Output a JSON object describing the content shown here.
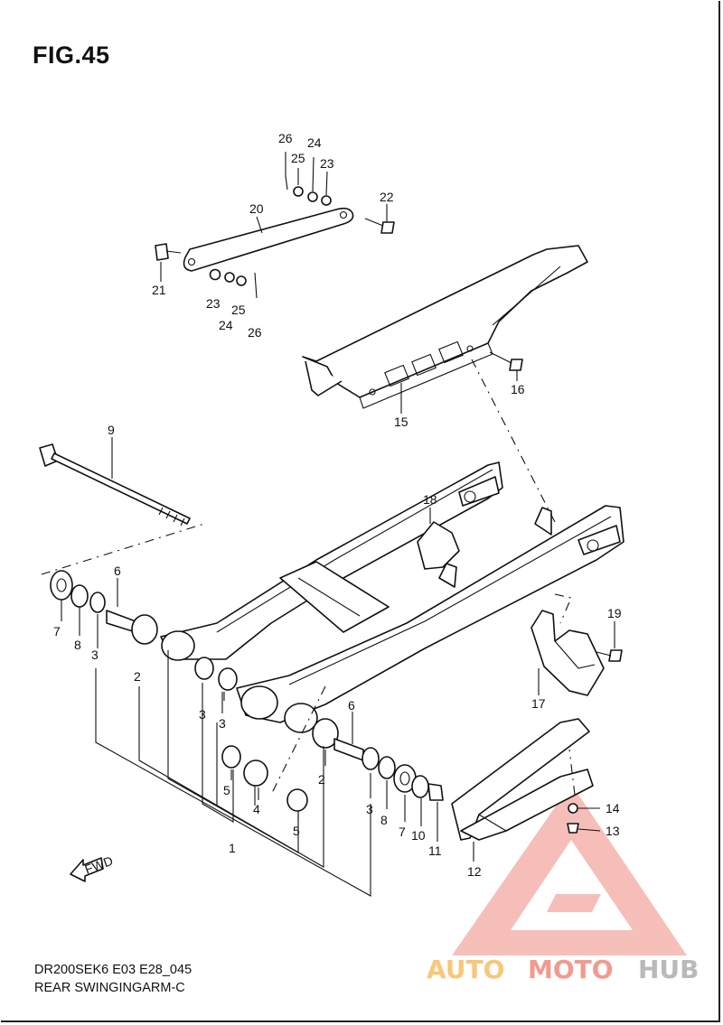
{
  "figure": {
    "title": "FIG.45",
    "code": "DR200SEK6 E03 E28_045",
    "caption": "REAR SWINGINGARM-C",
    "fwd_label": "FWD"
  },
  "callouts": [
    {
      "id": "c26a",
      "text": "26"
    },
    {
      "id": "c25a",
      "text": "25"
    },
    {
      "id": "c24a",
      "text": "24"
    },
    {
      "id": "c23a",
      "text": "23"
    },
    {
      "id": "c22",
      "text": "22"
    },
    {
      "id": "c20",
      "text": "20"
    },
    {
      "id": "c21",
      "text": "21"
    },
    {
      "id": "c23b",
      "text": "23"
    },
    {
      "id": "c24b",
      "text": "24"
    },
    {
      "id": "c25b",
      "text": "25"
    },
    {
      "id": "c26b",
      "text": "26"
    },
    {
      "id": "c16",
      "text": "16"
    },
    {
      "id": "c15",
      "text": "15"
    },
    {
      "id": "c9",
      "text": "9"
    },
    {
      "id": "c18",
      "text": "18"
    },
    {
      "id": "c6a",
      "text": "6"
    },
    {
      "id": "c7a",
      "text": "7"
    },
    {
      "id": "c8a",
      "text": "8"
    },
    {
      "id": "c3a",
      "text": "3"
    },
    {
      "id": "c2a",
      "text": "2"
    },
    {
      "id": "c19",
      "text": "19"
    },
    {
      "id": "c3b",
      "text": "3"
    },
    {
      "id": "c3c",
      "text": "3"
    },
    {
      "id": "c6b",
      "text": "6"
    },
    {
      "id": "c17",
      "text": "17"
    },
    {
      "id": "c5a",
      "text": "5"
    },
    {
      "id": "c2b",
      "text": "2"
    },
    {
      "id": "c4",
      "text": "4"
    },
    {
      "id": "c3d",
      "text": "3"
    },
    {
      "id": "c8b",
      "text": "8"
    },
    {
      "id": "c7b",
      "text": "7"
    },
    {
      "id": "c10",
      "text": "10"
    },
    {
      "id": "c11",
      "text": "11"
    },
    {
      "id": "c5b",
      "text": "5"
    },
    {
      "id": "c1",
      "text": "1"
    },
    {
      "id": "c14",
      "text": "14"
    },
    {
      "id": "c13",
      "text": "13"
    },
    {
      "id": "c12",
      "text": "12"
    }
  ],
  "watermark": {
    "part1": "AUTO",
    "part2": "MOTO",
    "part3": "HUB",
    "color1": "#f7c77a",
    "color2": "#f29a8f",
    "color3": "#b9b9b9"
  }
}
